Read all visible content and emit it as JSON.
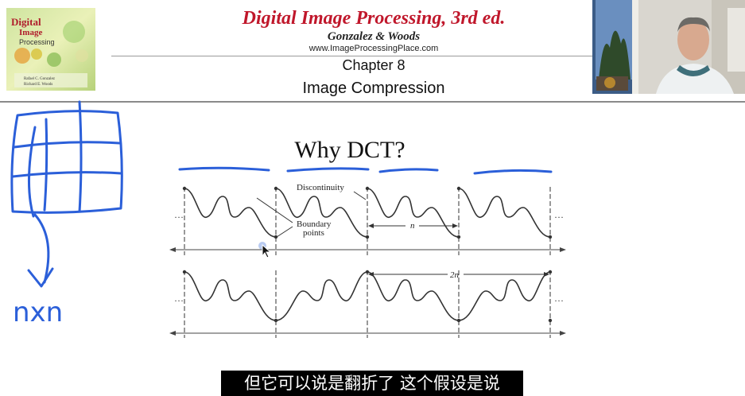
{
  "header": {
    "book_title": "Digital Image Processing, 3rd ed.",
    "authors": "Gonzalez & Woods",
    "website": "www.ImageProcessingPlace.com",
    "chapter": "Chapter 8",
    "chapter_title": "Image Compression"
  },
  "book_cover": {
    "title_line1": "Digital",
    "title_line2": "Image",
    "title_line3": "Processing",
    "author1": "Rafael C. Gonzalez",
    "author2": "Richard E. Woods"
  },
  "slide": {
    "title": "Why DCT?"
  },
  "figure": {
    "discontinuity_label": "Discontinuity",
    "boundary_label_1": "Boundary",
    "boundary_label_2": "points",
    "n_label": "n",
    "two_n_label": "2n",
    "dots_left_top": "···",
    "dots_right_top": "···",
    "dots_left_bottom": "···",
    "dots_right_bottom": "···"
  },
  "annotation": {
    "handwritten": "nxn"
  },
  "subtitle": {
    "text": "但它可以说是翻折了 这个假设是说"
  },
  "colors": {
    "title_red": "#c0172b",
    "ink_blue": "#2b5fd9"
  }
}
